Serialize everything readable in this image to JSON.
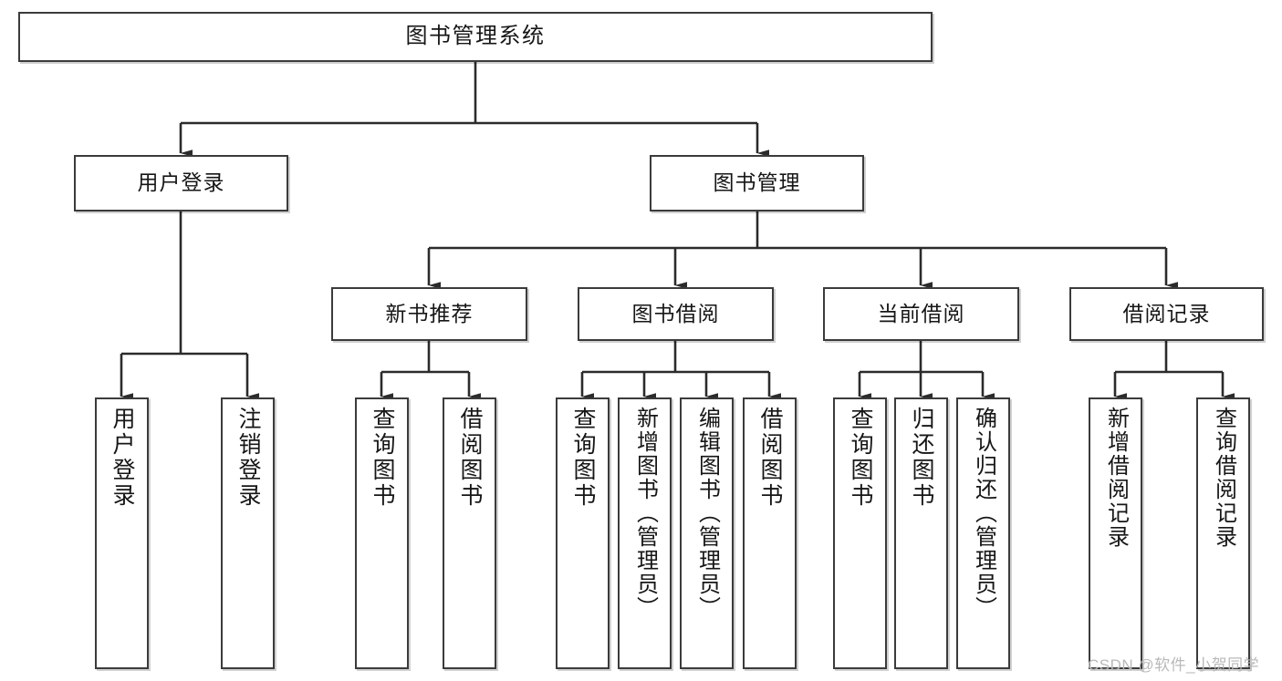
{
  "diagram": {
    "type": "tree-hierarchy",
    "title": "图书管理系统",
    "orientation": "top-down",
    "colors": {
      "box_border": "#3b3b3b",
      "box_fill": "#ffffff",
      "edge": "#2b2b2b",
      "text": "#161616",
      "watermark": "#b9b9b9"
    },
    "nodes": {
      "root": {
        "label": "图书管理系统"
      },
      "level2": [
        {
          "label": "用户登录"
        },
        {
          "label": "图书管理"
        }
      ],
      "level3": [
        {
          "label": "新书推荐"
        },
        {
          "label": "图书借阅"
        },
        {
          "label": "当前借阅"
        },
        {
          "label": "借阅记录"
        }
      ],
      "leaves": {
        "user_login": [
          {
            "label": "用户登录"
          },
          {
            "label": "注销登录"
          }
        ],
        "new_book_recommend": [
          {
            "label": "查询图书"
          },
          {
            "label": "借阅图书"
          }
        ],
        "book_borrow": [
          {
            "label": "查询图书"
          },
          {
            "label": "新增图书（管理员）"
          },
          {
            "label": "编辑图书（管理员）"
          },
          {
            "label": "借阅图书"
          }
        ],
        "current_borrow": [
          {
            "label": "查询图书"
          },
          {
            "label": "归还图书"
          },
          {
            "label": "确认归还（管理员）"
          }
        ],
        "borrow_record": [
          {
            "label": "新增借阅记录"
          },
          {
            "label": "查询借阅记录"
          }
        ]
      }
    },
    "watermark": "CSDN @软件_小贺同学"
  }
}
